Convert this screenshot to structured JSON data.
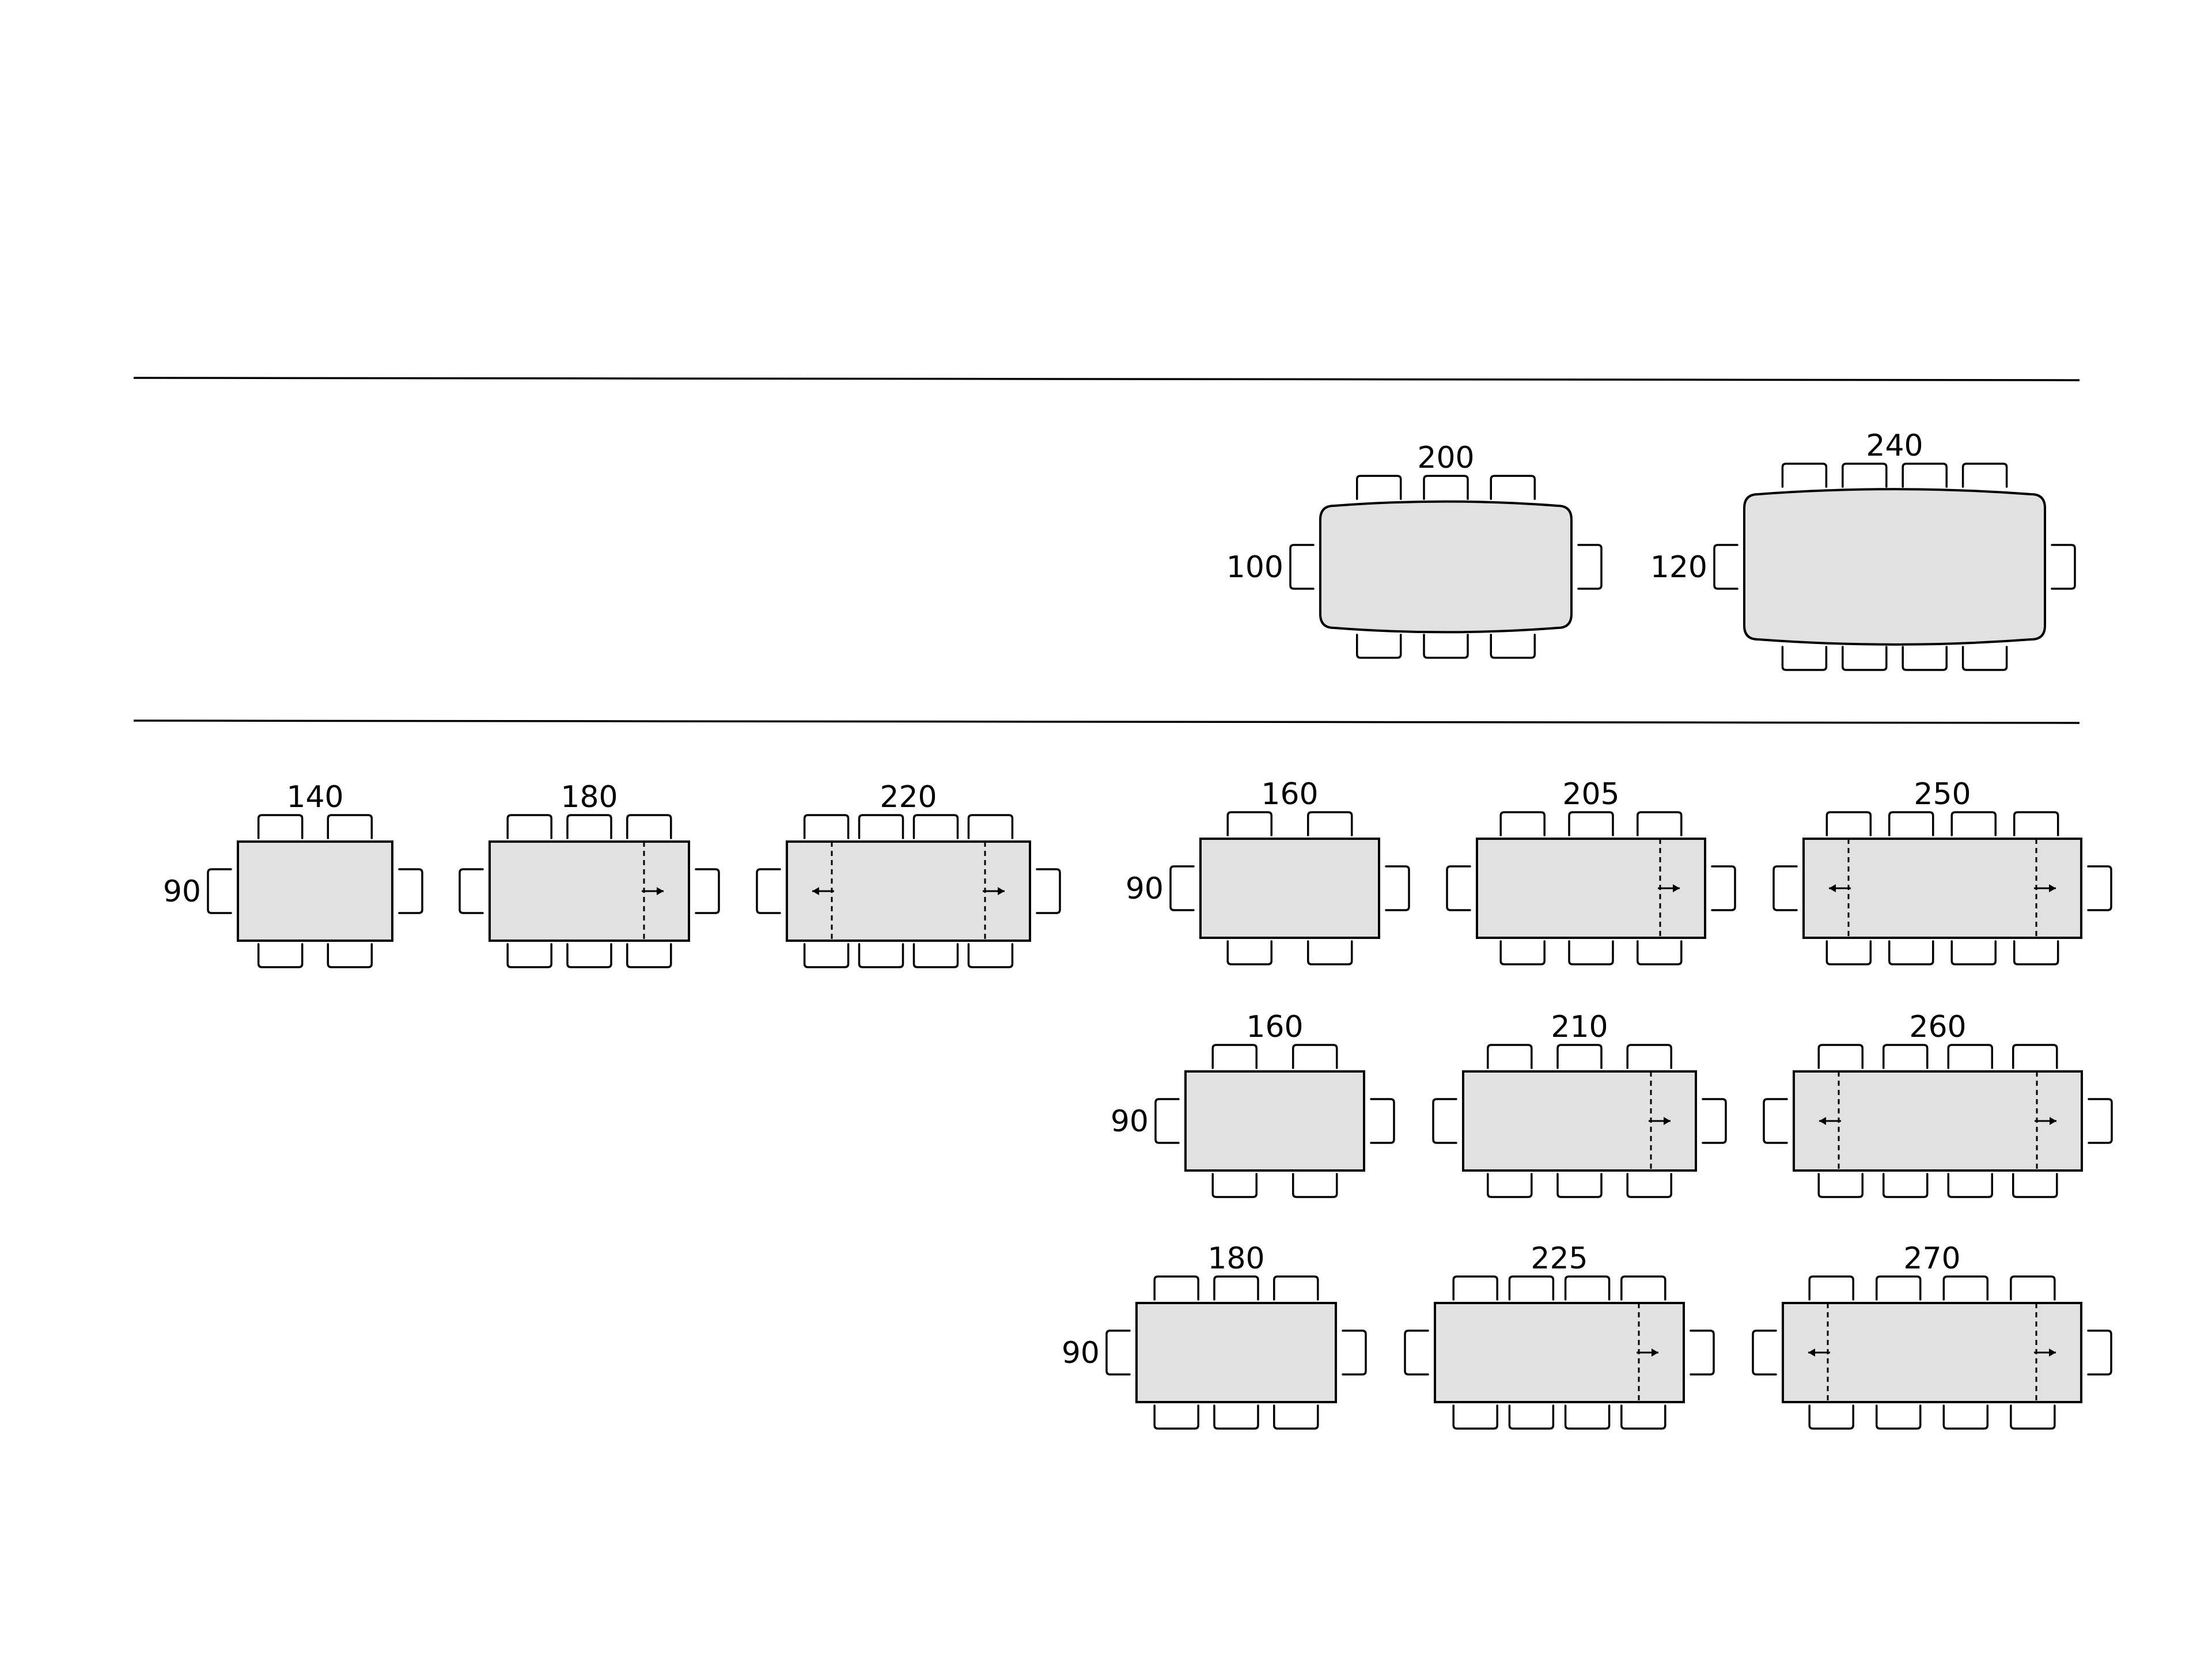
{
  "colors": {
    "tabletop": "#e1e1e1",
    "line": "#000000",
    "background": "#ffffff"
  },
  "dividers": [
    {
      "name": "top-divider"
    },
    {
      "name": "middle-divider"
    }
  ],
  "tables": [
    {
      "id": "oval-200",
      "shape": "barrel",
      "width": "200",
      "depth": "100",
      "chairs_long": 3,
      "chairs_end": 1,
      "extension": "none"
    },
    {
      "id": "oval-240",
      "shape": "barrel",
      "width": "240",
      "depth": "120",
      "chairs_long": 4,
      "chairs_end": 1,
      "extension": "none"
    },
    {
      "id": "rect-140",
      "shape": "rect",
      "width": "140",
      "depth": "90",
      "chairs_long": 2,
      "chairs_end": 1,
      "extension": "none"
    },
    {
      "id": "rect-180-ext",
      "shape": "rect",
      "width": "180",
      "depth": "",
      "chairs_long": 3,
      "chairs_end": 1,
      "extension": "right"
    },
    {
      "id": "rect-220-ext",
      "shape": "rect",
      "width": "220",
      "depth": "",
      "chairs_long": 4,
      "chairs_end": 1,
      "extension": "both"
    },
    {
      "id": "rect-160-a",
      "shape": "rect",
      "width": "160",
      "depth": "90",
      "chairs_long": 2,
      "chairs_end": 1,
      "extension": "none"
    },
    {
      "id": "rect-205-ext",
      "shape": "rect",
      "width": "205",
      "depth": "",
      "chairs_long": 3,
      "chairs_end": 1,
      "extension": "right"
    },
    {
      "id": "rect-250-ext",
      "shape": "rect",
      "width": "250",
      "depth": "",
      "chairs_long": 4,
      "chairs_end": 1,
      "extension": "both"
    },
    {
      "id": "rect-160-b",
      "shape": "rect",
      "width": "160",
      "depth": "90",
      "chairs_long": 2,
      "chairs_end": 1,
      "extension": "none"
    },
    {
      "id": "rect-210-ext",
      "shape": "rect",
      "width": "210",
      "depth": "",
      "chairs_long": 3,
      "chairs_end": 1,
      "extension": "right"
    },
    {
      "id": "rect-260-ext",
      "shape": "rect",
      "width": "260",
      "depth": "",
      "chairs_long": 4,
      "chairs_end": 1,
      "extension": "both"
    },
    {
      "id": "rect-180-c",
      "shape": "rect",
      "width": "180",
      "depth": "90",
      "chairs_long": 3,
      "chairs_end": 1,
      "extension": "none"
    },
    {
      "id": "rect-225-ext",
      "shape": "rect",
      "width": "225",
      "depth": "",
      "chairs_long": 4,
      "chairs_end": 1,
      "extension": "right"
    },
    {
      "id": "rect-270-ext",
      "shape": "rect",
      "width": "270",
      "depth": "",
      "chairs_long": 4,
      "chairs_end": 1,
      "extension": "both"
    }
  ]
}
